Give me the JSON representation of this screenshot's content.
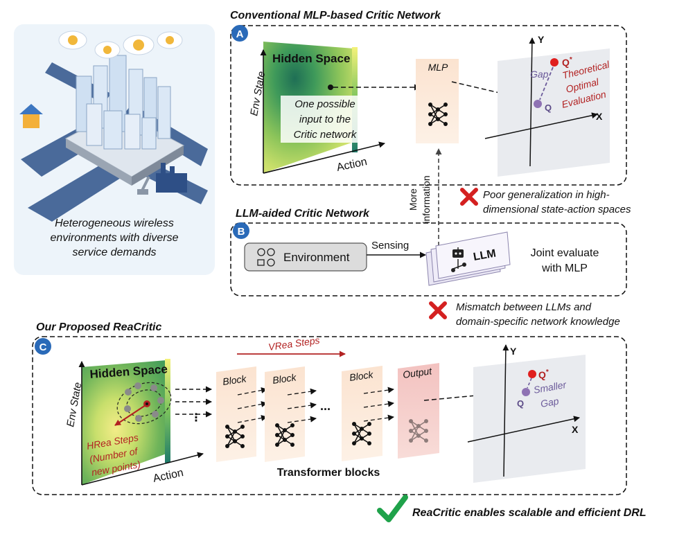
{
  "city_panel": {
    "caption": [
      "Heterogeneous wireless",
      "environments with diverse",
      "service demands"
    ]
  },
  "panel_a": {
    "badge": "A",
    "title": "Conventional MLP-based Critic Network",
    "hidden_space": "Hidden Space",
    "y_axis": "Env State",
    "x_axis": "Action",
    "input_note": [
      "One possible",
      "input to the",
      "Critic network"
    ],
    "mlp_label": "MLP",
    "plot": {
      "x": "X",
      "y": "Y",
      "q_star": "Q",
      "q_star_sup": "*",
      "q": "Q",
      "gap": "Gap",
      "eval_note": [
        "Theoretical",
        "Optimal",
        "Evaluation"
      ]
    },
    "critique": [
      "Poor generalization in high-",
      "dimensional state-action spaces"
    ]
  },
  "link_ab": [
    "More",
    "information"
  ],
  "panel_b": {
    "badge": "B",
    "title": "LLM-aided Critic Network",
    "environment": "Environment",
    "sensing": "Sensing",
    "llm": "LLM",
    "joint_note": [
      "Joint evaluate",
      "with MLP"
    ],
    "critique": [
      "Mismatch between LLMs and",
      "domain-specific network knowledge"
    ]
  },
  "panel_c": {
    "badge": "C",
    "title": "Our Proposed ReaCritic",
    "hidden_space": "Hidden Space",
    "y_axis": "Env State",
    "x_axis": "Action",
    "hrea_note": [
      "HRea Steps",
      "(Number of",
      "new points)"
    ],
    "vrea": "VRea Steps",
    "blocks": [
      "Block",
      "Block",
      "Block"
    ],
    "ellipsis": "...",
    "output": "Output",
    "transformer_label": "Transformer blocks",
    "plot": {
      "x": "X",
      "y": "Y",
      "q_star": "Q",
      "q_star_sup": "*",
      "q": "Q",
      "gap": [
        "Smaller",
        "Gap"
      ]
    },
    "conclusion": "ReaCritic enables scalable and efficient DRL"
  }
}
